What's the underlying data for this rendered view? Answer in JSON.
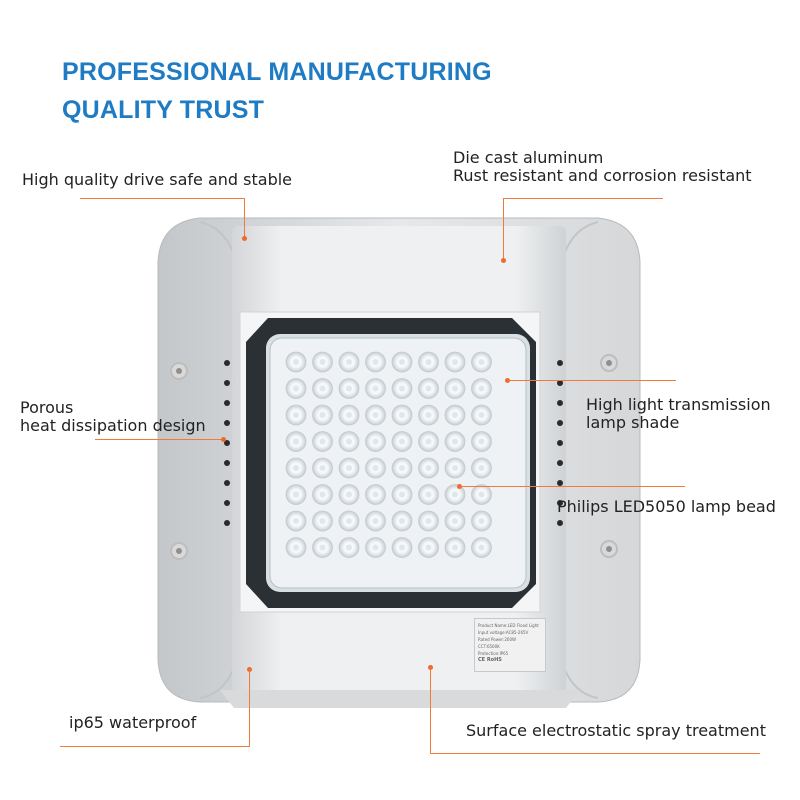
{
  "title": {
    "line1": "PROFESSIONAL MANUFACTURING",
    "line2": "QUALITY TRUST"
  },
  "callouts": {
    "drive": "High quality drive safe and stable",
    "die_cast_1": "Die cast aluminum",
    "die_cast_2": "Rust resistant and corrosion resistant",
    "porous_1": "Porous",
    "porous_2": "heat dissipation design",
    "shade_1": "High light transmission",
    "shade_2": "lamp shade",
    "bead": "Philips LED5050 lamp bead",
    "waterproof": "ip65 waterproof",
    "spray": "Surface electrostatic spray treatment"
  },
  "nameplate": {
    "line1": "Product Name:LED Flood Light",
    "line2": "Input voltage:AC85-265V",
    "line3": "Rated Power:200W",
    "line4": "CCT:6500K",
    "line5": "Protection:IP65",
    "marks": "CE RoHS"
  },
  "colors": {
    "title": "#1e7bc4",
    "callout_line": "#f07a3a",
    "housing": "#e4e6e8",
    "frame": "#2b3035"
  }
}
